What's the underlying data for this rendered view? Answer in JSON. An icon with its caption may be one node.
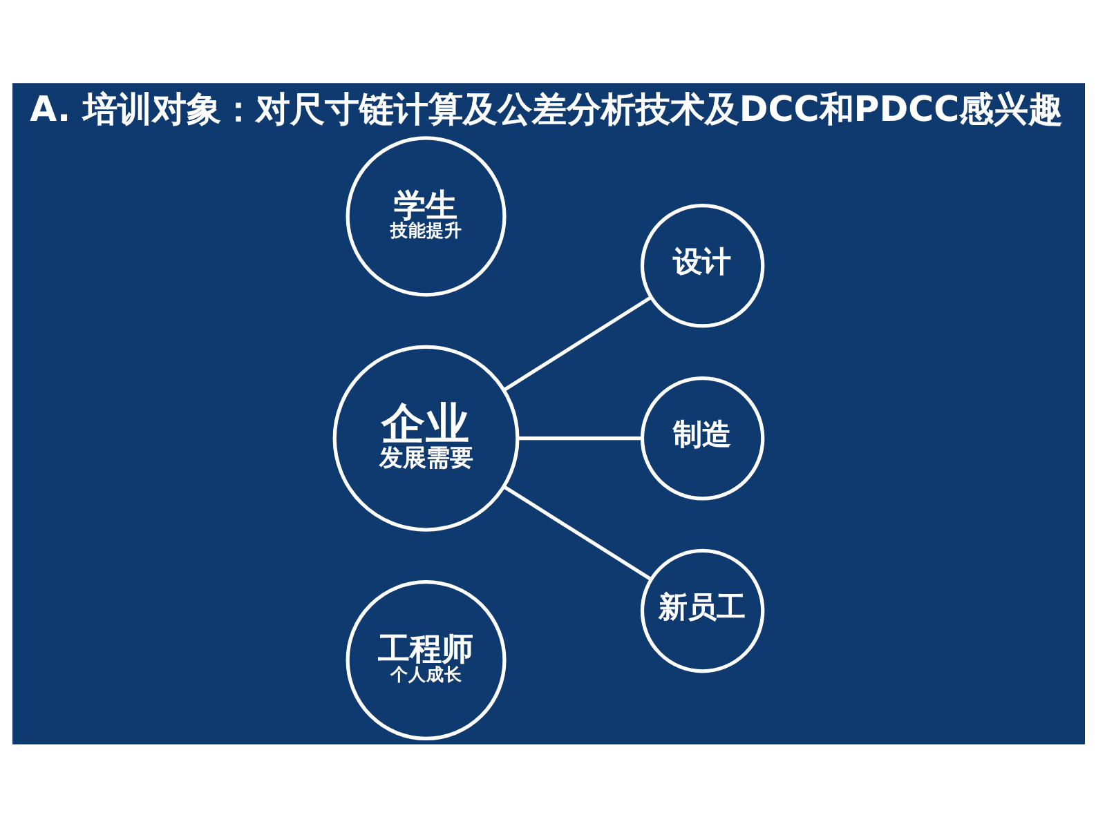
{
  "diagram": {
    "title": "A. 培训对象：对尺寸链计算及公差分析技术及DCC和PDCC感兴趣",
    "nodes": [
      {
        "text": [
          "工程师",
          "个人成长"
        ]
      },
      {
        "text": [
          "设计"
        ]
      },
      {
        "text": [
          "企业",
          "发展需要"
        ]
      },
      {
        "text": [
          "制造"
        ]
      },
      {
        "text": [
          "学生",
          "技能提升"
        ]
      },
      {
        "text": [
          "新员工"
        ]
      }
    ],
    "edges": [
      {
        "from": 2,
        "to": 1,
        "arrow": "none"
      },
      {
        "from": 2,
        "to": 3,
        "arrow": "none"
      },
      {
        "from": 2,
        "to": 5,
        "arrow": "none"
      }
    ]
  }
}
